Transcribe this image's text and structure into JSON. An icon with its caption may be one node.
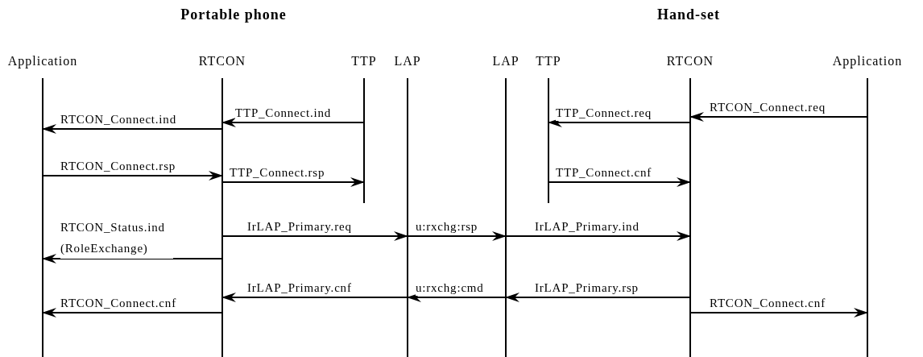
{
  "diagram": {
    "nodes": [
      {
        "text": [
          "Application"
        ]
      },
      {
        "text": [
          "RTCON"
        ]
      },
      {
        "text": [
          "TTP"
        ]
      },
      {
        "text": [
          "LAP"
        ]
      },
      {
        "text": [
          "LAP"
        ]
      },
      {
        "text": [
          "TTP"
        ]
      },
      {
        "text": [
          "RTCON"
        ]
      },
      {
        "text": [
          "Application"
        ]
      }
    ],
    "edges": [
      {
        "from": 7,
        "to": 6,
        "arrow": "to",
        "label": "RTCON_Connect.req"
      },
      {
        "from": 6,
        "to": 5,
        "arrow": "to",
        "label": "TTP_Connect.req"
      },
      {
        "from": 2,
        "to": 1,
        "arrow": "to",
        "label": "TTP_Connect.ind"
      },
      {
        "from": 1,
        "to": 0,
        "arrow": "to",
        "label": "RTCON_Connect.ind"
      },
      {
        "from": 0,
        "to": 1,
        "arrow": "to",
        "label": "RTCON_Connect.rsp"
      },
      {
        "from": 1,
        "to": 2,
        "arrow": "to",
        "label": "TTP_Connect.rsp"
      },
      {
        "from": 5,
        "to": 6,
        "arrow": "to",
        "label": "TTP_Connect.cnf"
      },
      {
        "from": 1,
        "to": 3,
        "arrow": "to",
        "label": "IrLAP_Primary.req"
      },
      {
        "from": 3,
        "to": 4,
        "arrow": "to",
        "label": "u:rxchg:rsp"
      },
      {
        "from": 4,
        "to": 6,
        "arrow": "to",
        "label": "IrLAP_Primary.ind"
      },
      {
        "from": 1,
        "to": 0,
        "arrow": "to",
        "label": "RTCON_Status.ind (RoleExchange)"
      },
      {
        "from": 6,
        "to": 4,
        "arrow": "to",
        "label": "IrLAP_Primary.rsp"
      },
      {
        "from": 4,
        "to": 3,
        "arrow": "to",
        "label": "u:rxchg:cmd"
      },
      {
        "from": 3,
        "to": 1,
        "arrow": "to",
        "label": "IrLAP_Primary.cnf"
      },
      {
        "from": 1,
        "to": 0,
        "arrow": "to",
        "label": "RTCON_Connect.cnf"
      },
      {
        "from": 6,
        "to": 7,
        "arrow": "to",
        "label": "RTCON_Connect.cnf"
      }
    ],
    "labels": [
      "Portable phone",
      "Hand-set"
    ]
  }
}
